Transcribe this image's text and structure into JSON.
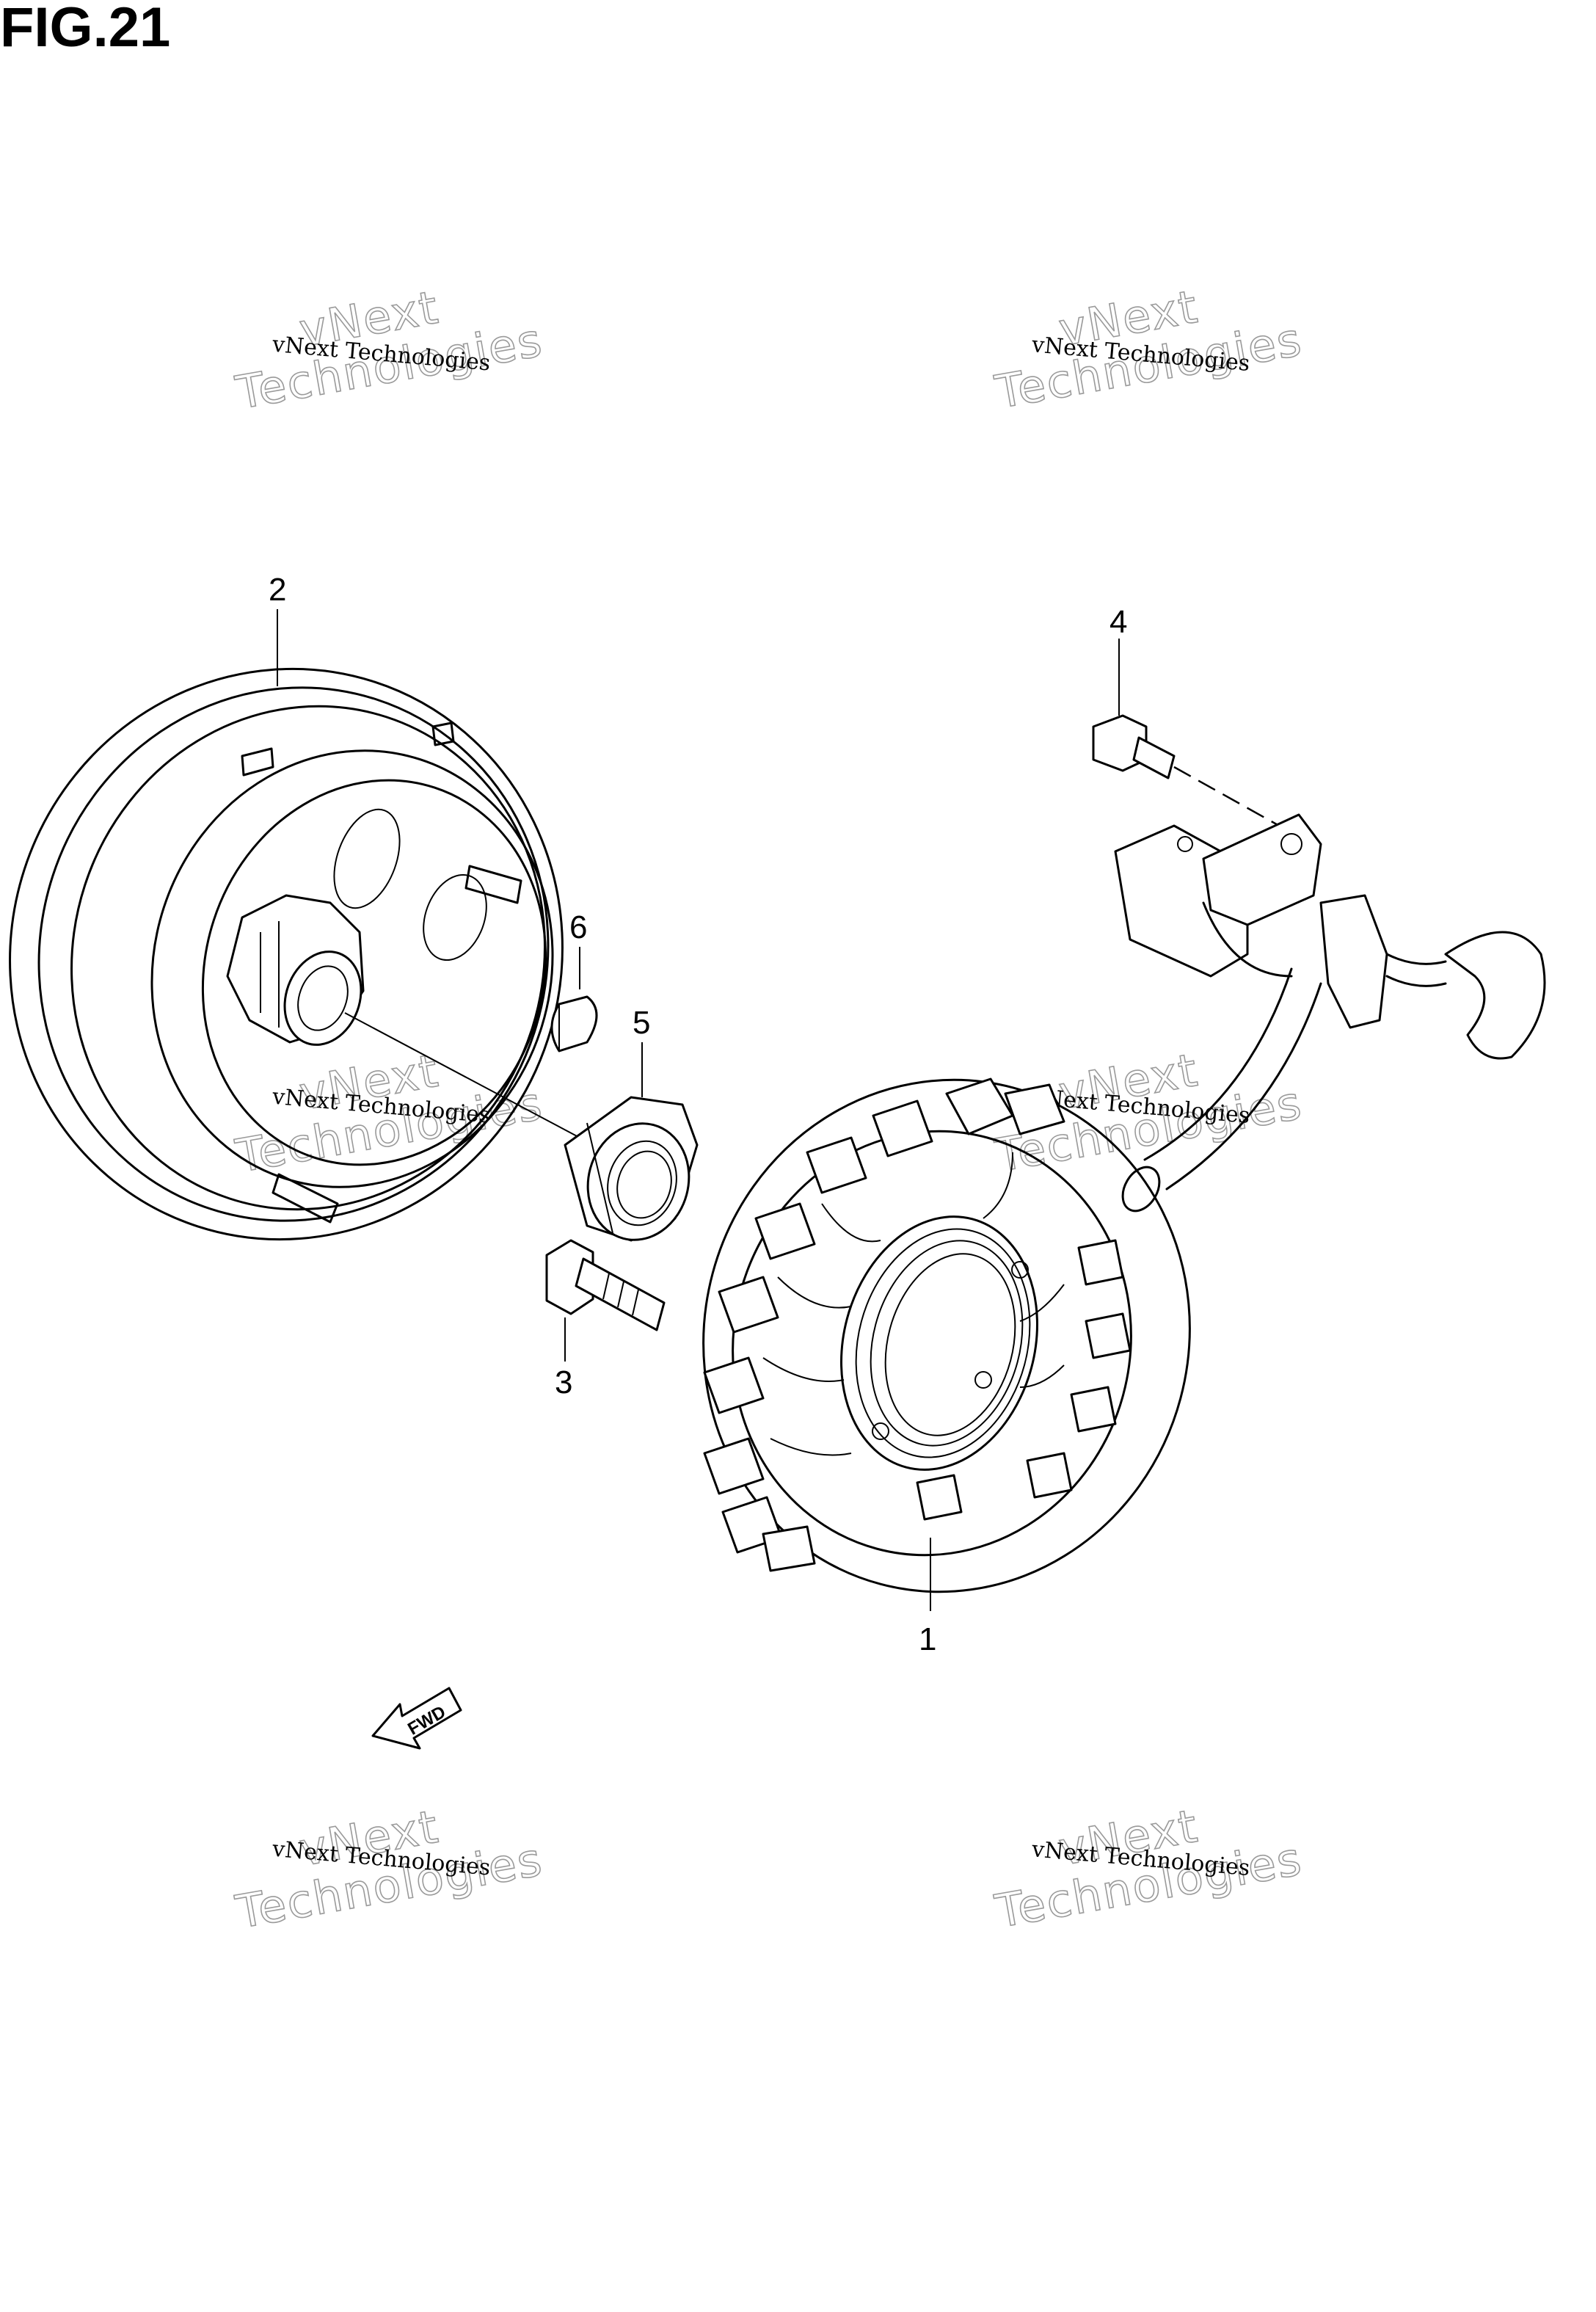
{
  "figure": {
    "title": "FIG.21"
  },
  "callouts": [
    {
      "id": "1",
      "label": "1"
    },
    {
      "id": "2",
      "label": "2"
    },
    {
      "id": "3",
      "label": "3"
    },
    {
      "id": "4",
      "label": "4"
    },
    {
      "id": "5",
      "label": "5"
    },
    {
      "id": "6",
      "label": "6"
    }
  ],
  "direction": {
    "label": "FWD"
  },
  "watermark": {
    "small": "vNext Technologies",
    "top": "vNext",
    "big": "Technologies"
  },
  "colors": {
    "line": "#000000",
    "watermark_outline": "#9a9a9a",
    "background": "#ffffff"
  }
}
